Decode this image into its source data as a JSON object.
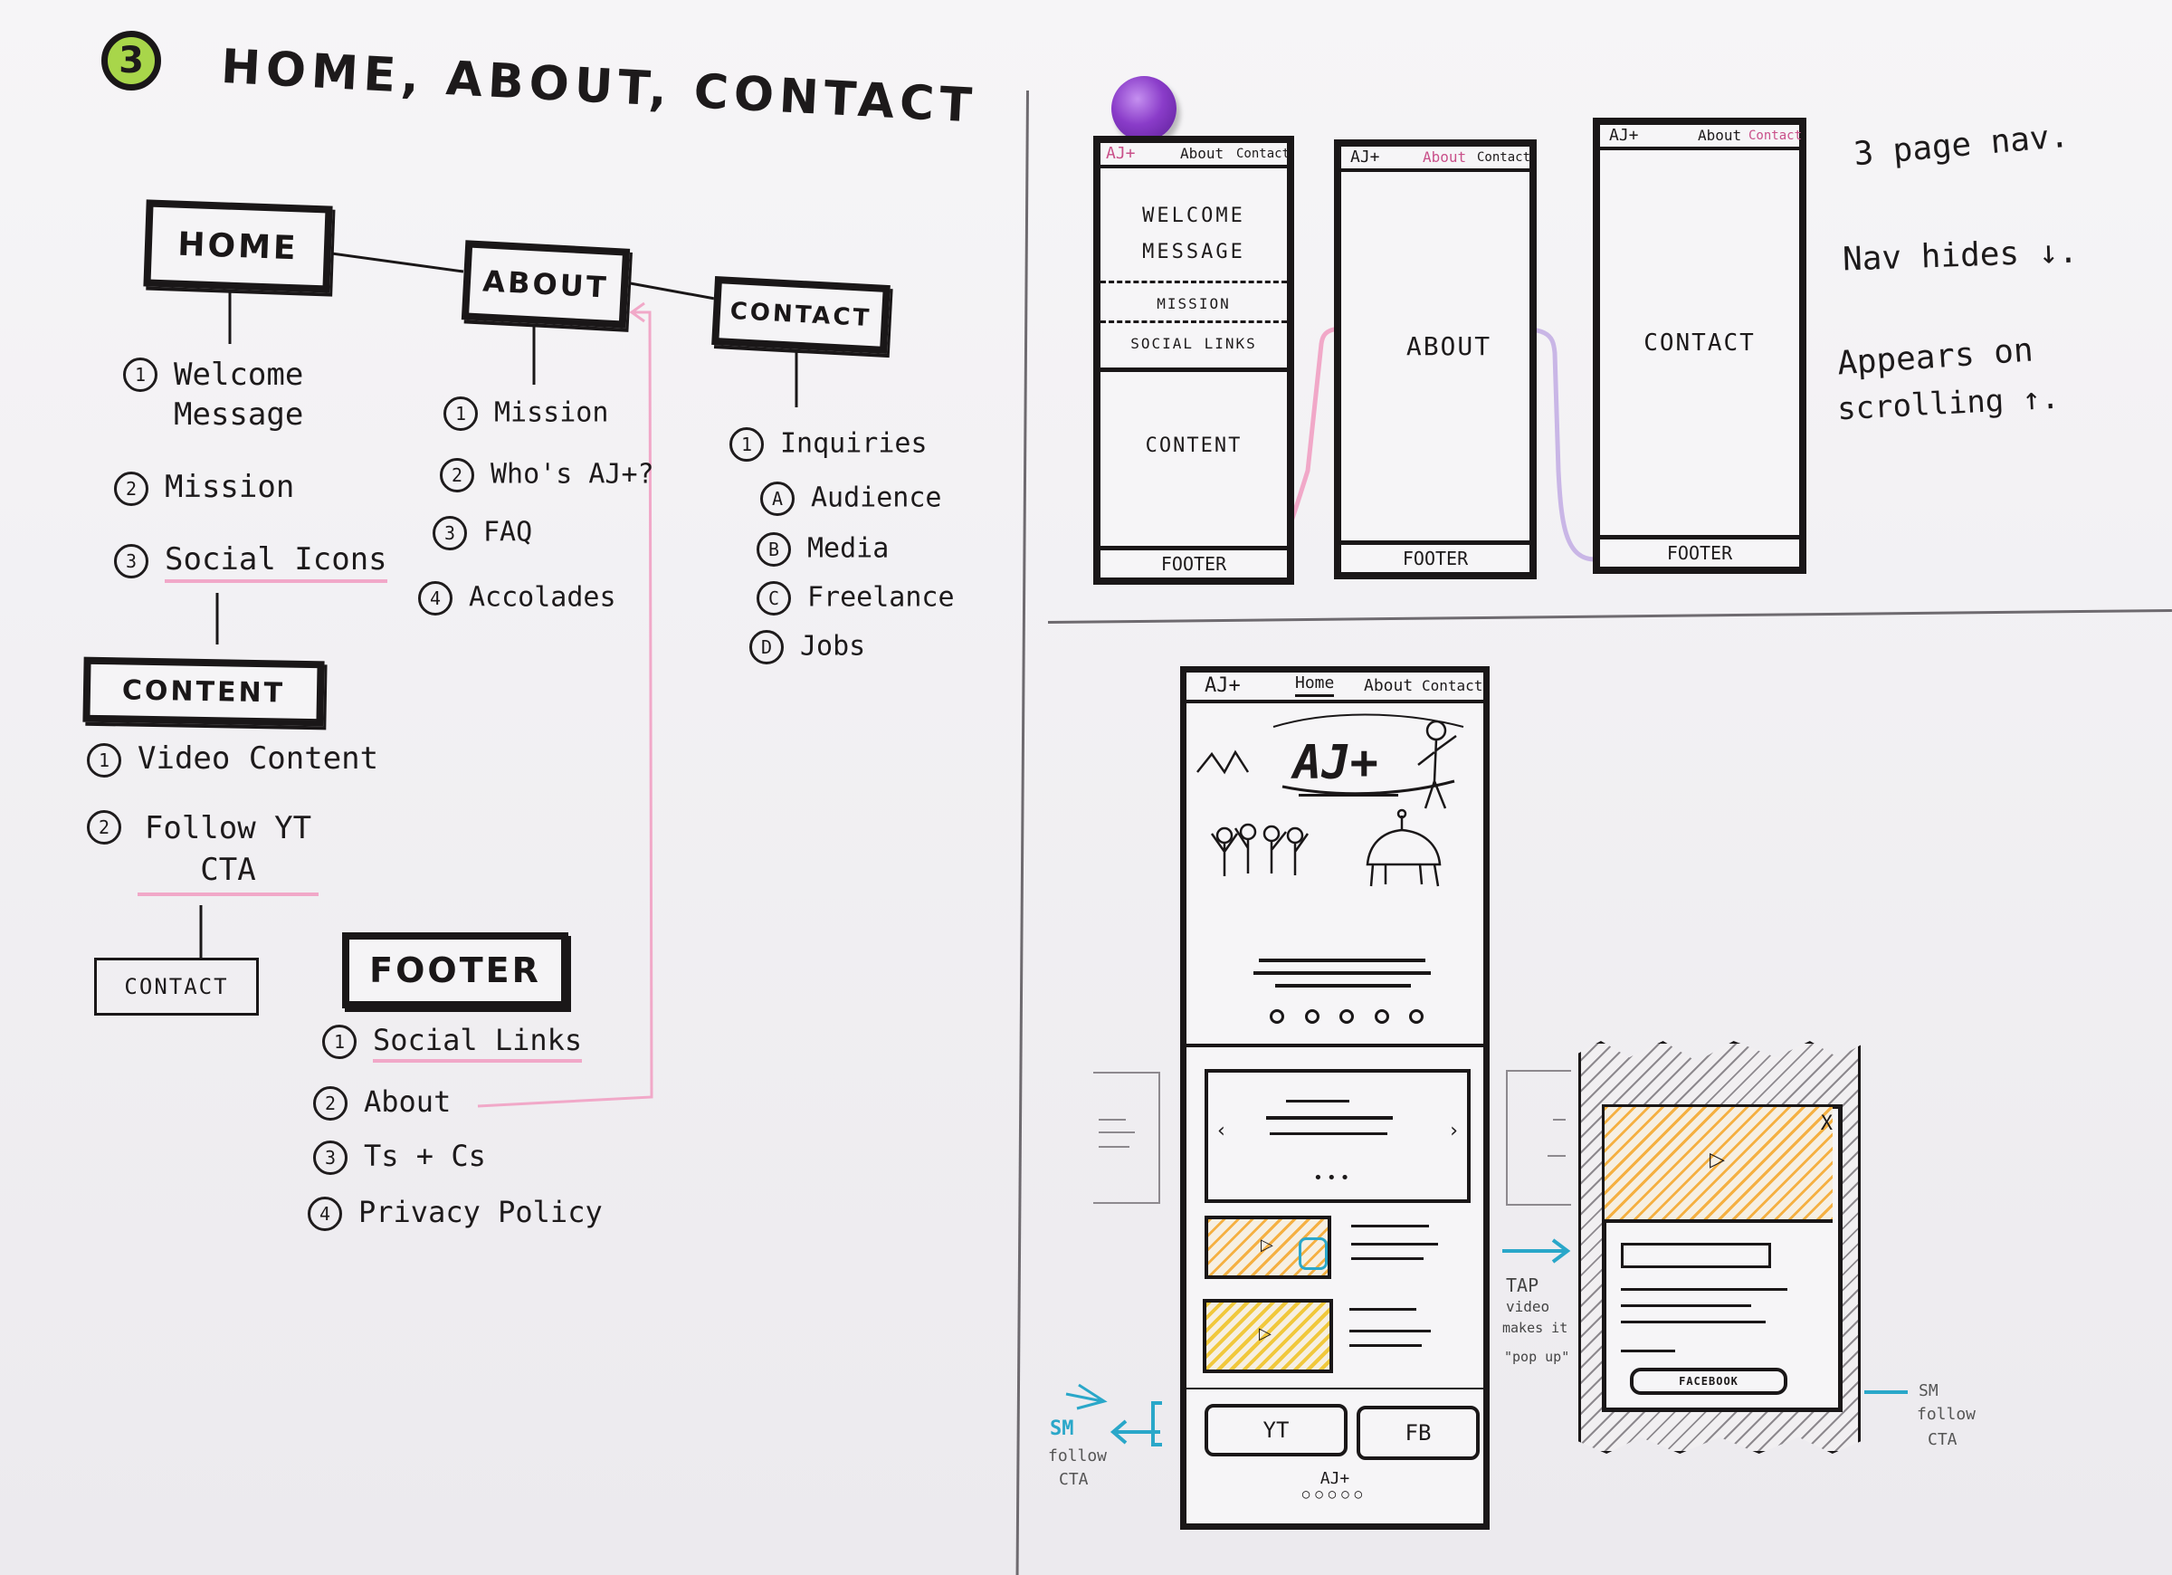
{
  "sheet": {
    "step_number": "3",
    "title": "HOME, ABOUT, CONTACT"
  },
  "sitemap": {
    "home": {
      "label": "HOME",
      "items": [
        "Welcome Message",
        "Mission",
        "Social Icons"
      ],
      "numbers": [
        "1",
        "2",
        "3"
      ]
    },
    "about": {
      "label": "ABOUT",
      "items": [
        "Mission",
        "Who's AJ+?",
        "FAQ",
        "Accolades"
      ],
      "numbers": [
        "1",
        "2",
        "3",
        "4"
      ]
    },
    "contact": {
      "label": "CONTACT",
      "item": "Inquiries",
      "item_number": "1",
      "sub_items": [
        "Audience",
        "Media",
        "Freelance",
        "Jobs"
      ],
      "sub_letters": [
        "A",
        "B",
        "C",
        "D"
      ]
    },
    "content": {
      "label": "CONTENT",
      "items": [
        "Video Content",
        "Follow YT CTA"
      ],
      "numbers": [
        "1",
        "2"
      ]
    },
    "contact_small": {
      "label": "CONTACT"
    },
    "footer": {
      "label": "FOOTER",
      "items": [
        "Social Links",
        "About",
        "Ts + Cs",
        "Privacy Policy"
      ],
      "numbers": [
        "1",
        "2",
        "3",
        "4"
      ]
    }
  },
  "nav_sketch": {
    "phone1": {
      "nav_logo": "AJ+",
      "nav_about": "About",
      "nav_contact": "Contact",
      "welcome": "WELCOME",
      "message": "MESSAGE",
      "mission": "MISSION",
      "social": "SOCIAL LINKS",
      "content": "CONTENT",
      "footer": "FOOTER"
    },
    "phone2": {
      "nav_logo": "AJ+",
      "nav_about": "About",
      "nav_contact": "Contact",
      "body": "ABOUT",
      "footer": "FOOTER"
    },
    "phone3": {
      "nav_logo": "AJ+",
      "nav_about": "About",
      "nav_contact": "Contact",
      "body": "CONTACT",
      "footer": "FOOTER"
    },
    "notes": [
      "3 page nav.",
      "Nav hides ↓.",
      "Appears on",
      "scrolling ↑."
    ]
  },
  "home_sketch": {
    "nav_logo": "AJ+",
    "nav_home": "Home",
    "nav_about": "About",
    "nav_contact": "Contact",
    "hero_logo": "AJ+",
    "btn_yt": "YT",
    "btn_fb": "FB",
    "footer_logo": "AJ+",
    "left_note": [
      "SM",
      "follow",
      "CTA"
    ],
    "tap_note": [
      "TAP",
      "video",
      "makes it",
      "\"pop up\""
    ],
    "popup_button": "FACEBOOK",
    "popup_close": "X",
    "right_note": [
      "SM",
      "follow",
      "CTA"
    ]
  },
  "colors": {
    "pink": "#f1a8c8",
    "orange": "#f5b042",
    "yellow": "#f1c83c",
    "teal": "#2aa7c9",
    "pin": "#8a3cc9",
    "badge": "#a8d64a"
  }
}
